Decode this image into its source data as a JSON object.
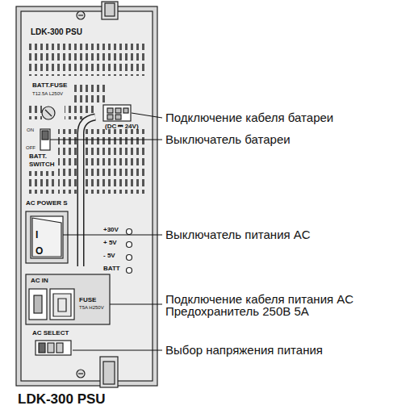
{
  "diagram": {
    "caption": "LDK-300 PSU",
    "labels": [
      "LDK-300 PSU",
      "BATT.FUSE",
      "T12.5A L250V",
      "(DC ⎓ 24V)",
      "ON",
      "OFF",
      "BATT.",
      "SWITCH",
      "AC POWER S",
      "I",
      "O",
      "+30V",
      "+ 5V",
      "- 5V",
      "BATT",
      "AC IN",
      "FUSE",
      "T5A H250V",
      "AC SELECT",
      "Подключение кабеля батареи",
      "Выключатель батареи",
      "Выключатель питания AC",
      "Подключение кабеля питания AC",
      "Предохранитель 250В 5А",
      "Выбор напряжения питания"
    ]
  }
}
